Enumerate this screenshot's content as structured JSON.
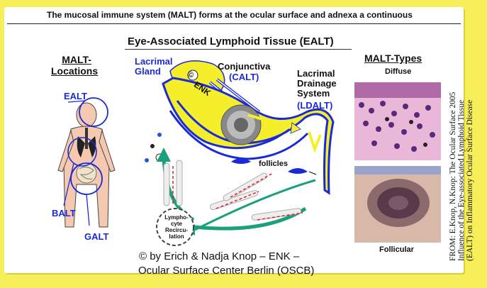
{
  "header": "The mucosal immune system (MALT) forms at the ocular surface and adnexa a continuous",
  "ealt_title": "Eye-Associated Lymphoid Tissue (EALT)",
  "malt_locations": [
    "MALT-",
    "Locations"
  ],
  "body_labels": {
    "ealt": "EALT",
    "balt": "BALT",
    "galt": "GALT"
  },
  "eye_labels": {
    "lacrimal_gland": [
      "Lacrimal",
      "Gland"
    ],
    "conjunctiva": "Conjunctiva",
    "calt": "(CALT)",
    "drainage": [
      "Lacrimal",
      "Drainage",
      "System"
    ],
    "ldalt": "(LDALT)",
    "follicles": "follicles",
    "enk": "ENK",
    "copyright_symbol": "©"
  },
  "cycle_labels": [
    "Lympho-",
    "cyte",
    "Recircu-",
    "lation"
  ],
  "malt_types": {
    "title": "MALT-Types",
    "diffuse": "Diffuse",
    "follicular": "Follicular"
  },
  "footer": {
    "copyright": "© by Erich & Nadja Knop – ENK –",
    "center": "Ocular Surface Center Berlin (OSCB)"
  },
  "citation": [
    "FROM: E.Knop, N.Knop: The Ocular Surface 2005",
    "Influence of the Eye-associated Lymphoid Tissue",
    "(EALT) on Inflammatory Ocular Surface Disease"
  ],
  "colors": {
    "background": "#f7ef5a",
    "accent_yellow": "#f5ee2a",
    "blue": "#1a2ad8",
    "green": "#1aa07a",
    "red": "#e02020"
  }
}
